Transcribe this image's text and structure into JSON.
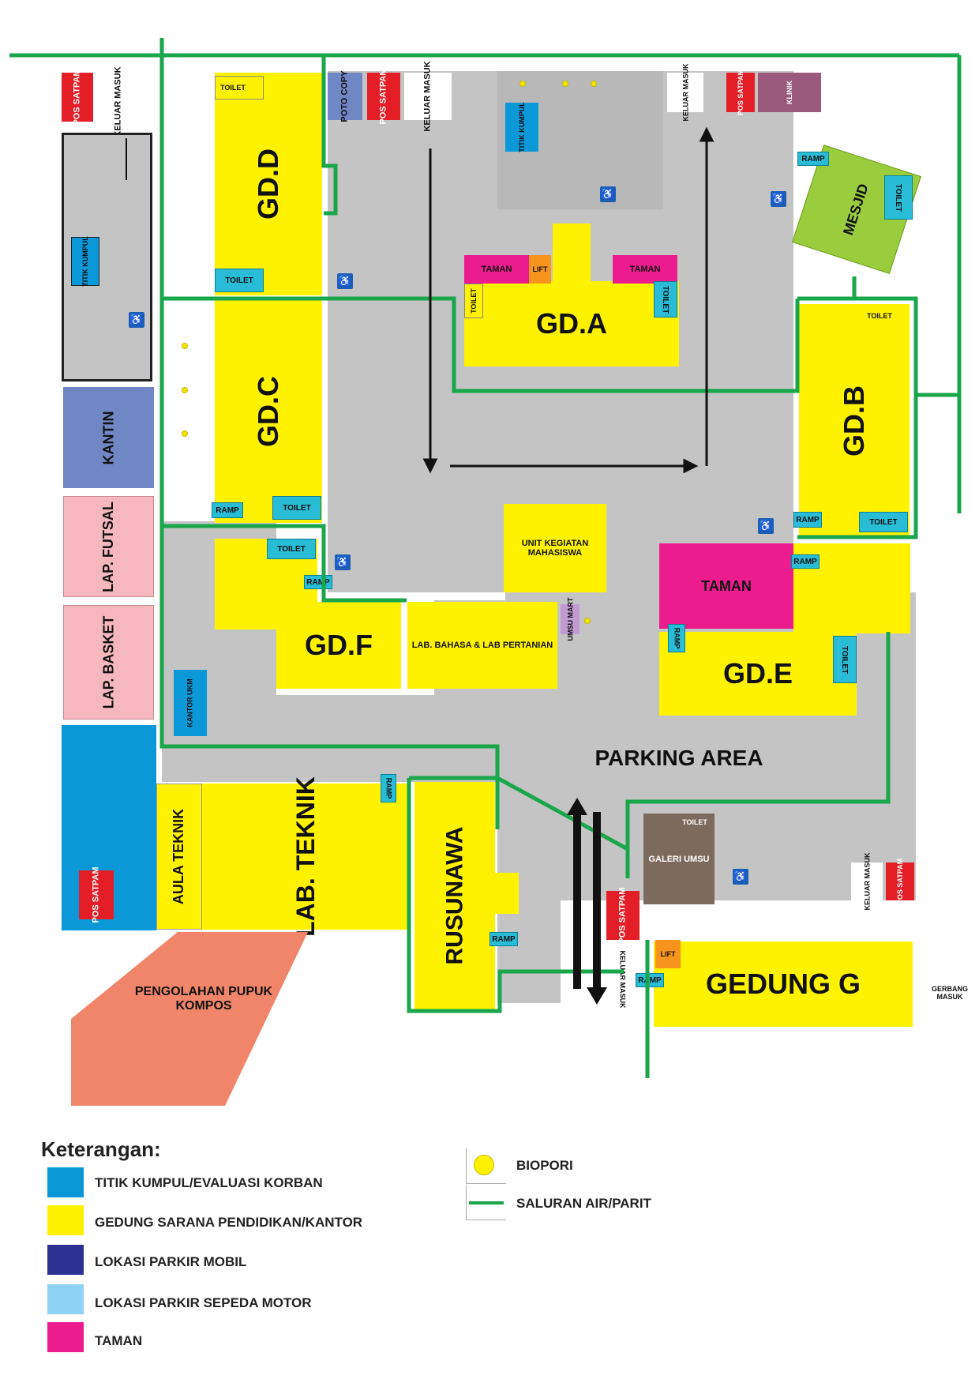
{
  "buildings": {
    "gd_d": "GD.D",
    "gd_c": "GD.C",
    "gd_a": "GD.A",
    "gd_b": "GD.B",
    "gd_f": "GD.F",
    "gd_e": "GD.E",
    "gedung_g": "GEDUNG G",
    "lab_teknik": "LAB. TEKNIK",
    "aula_teknik": "AULA TEKNIK",
    "rusunawa": "RUSUNAWA",
    "ukm": "UNIT KEGIATAN MAHASISWA",
    "lab_bahasa": "LAB. BAHASA & LAB PERTANIAN",
    "mesjid": "MESJID",
    "kantin": "KANTIN",
    "lap_futsal": "LAP. FUTSAL",
    "lap_basket": "LAP. BASKET",
    "galeri": "GALERI UMSU",
    "kompos": "PENGOLAHAN PUPUK KOMPOS",
    "kantor_ukm": "KANTOR UKM",
    "klinik": "KLINIK",
    "poto_copy": "POTO COPY",
    "parking": "PARKING AREA",
    "taman": "TAMAN",
    "umsu_mart": "UMSU MART"
  },
  "labels": {
    "pos_satpam": "POS SATPAM",
    "keluar_masuk": "KELUAR MASUK",
    "titik_kumpul": "TITIK KUMPUL",
    "toilet": "TOILET",
    "ramp": "RAMP",
    "lift": "LIFT",
    "gerbang_masuk": "GERBANG MASUK"
  },
  "legend": {
    "title": "Keterangan:",
    "items": [
      {
        "color": "#0a98d8",
        "label": "TITIK KUMPUL/EVALUASI KORBAN"
      },
      {
        "color": "#fff200",
        "label": "GEDUNG SARANA PENDIDIKAN/KANTOR"
      },
      {
        "color": "#2e3192",
        "label": "LOKASI PARKIR MOBIL"
      },
      {
        "color": "#8fd3f4",
        "label": "LOKASI PARKIR SEPEDA MOTOR"
      },
      {
        "color": "#ec1b8e",
        "label": "TAMAN"
      }
    ],
    "biopori": "BIOPORI",
    "saluran": "SALURAN AIR/PARIT"
  }
}
